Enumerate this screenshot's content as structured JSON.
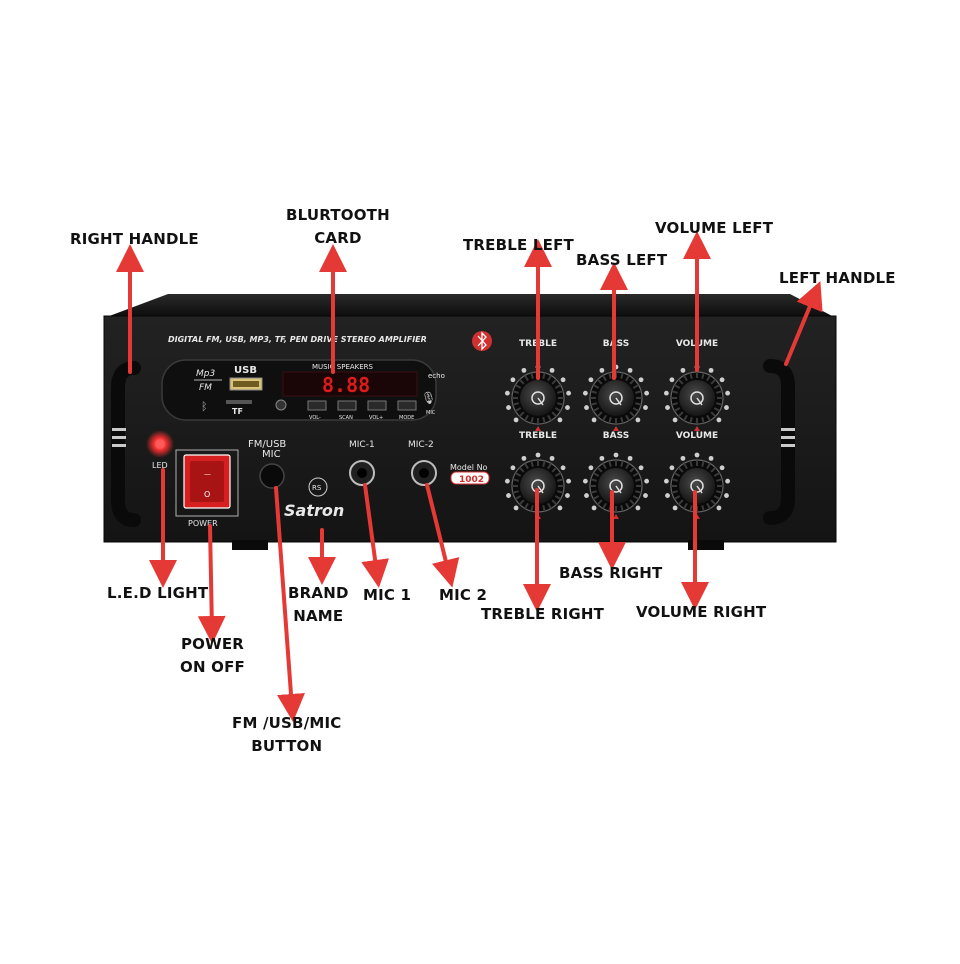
{
  "panel": {
    "header": "DIGITAL FM, USB, MP3, TF, PEN DRIVE STEREO AMPLIFIER",
    "mp3_label": "Mp3",
    "fm_label": "FM",
    "usb_label": "USB",
    "tf_label": "TF",
    "music_label": "MUSIC SPEAKERS",
    "display_digits": "8.88",
    "echo_label": "echo",
    "mic_small_label": "MIC",
    "card_buttons": [
      "VOL-",
      "SCAN",
      "VOL+",
      "MODE"
    ],
    "led_label": "LED",
    "power_label": "POWER",
    "fm_usb_mic_label": [
      "FM/USB",
      "MIC"
    ],
    "mic1_label": "MIC-1",
    "mic2_label": "MIC-2",
    "brand_logo": "RS",
    "brand_name": "Satron",
    "model_label": "Model No",
    "model_number": "1002",
    "knob_rows": [
      [
        "TREBLE",
        "BASS",
        "VOLUME"
      ],
      [
        "TREBLE",
        "BASS",
        "VOLUME"
      ]
    ]
  },
  "callouts": {
    "right_handle": [
      "RIGHT HANDLE"
    ],
    "bluetooth_card": [
      "BLURTOOTH",
      "CARD"
    ],
    "treble_left": [
      "TREBLE  LEFT"
    ],
    "bass_left": [
      "BASS LEFT"
    ],
    "volume_left": [
      "VOLUME LEFT"
    ],
    "left_handle": [
      "LEFT HANDLE"
    ],
    "led_light": [
      "L.E.D LIGHT"
    ],
    "power_on_off": [
      "POWER",
      "ON  OFF"
    ],
    "fm_usb_mic_button": [
      "FM /USB/MIC",
      "BUTTON"
    ],
    "brand_name": [
      "BRAND",
      "NAME"
    ],
    "mic_1": [
      "MIC 1"
    ],
    "mic_2": [
      "MIC  2"
    ],
    "treble_right": [
      "TREBLE RIGHT"
    ],
    "bass_right": [
      "BASS  RIGHT"
    ],
    "volume_right": [
      "VOLUME RIGHT"
    ]
  },
  "colors": {
    "arrow": "#e53935",
    "chassis": "#1a1a1a",
    "chassis_top": "#0d0d0d",
    "display": "#e01a1a",
    "power_switch": "#d62020",
    "label_text": "#111111",
    "panel_text": "#e8e8e8",
    "model_badge": "#d03030"
  }
}
